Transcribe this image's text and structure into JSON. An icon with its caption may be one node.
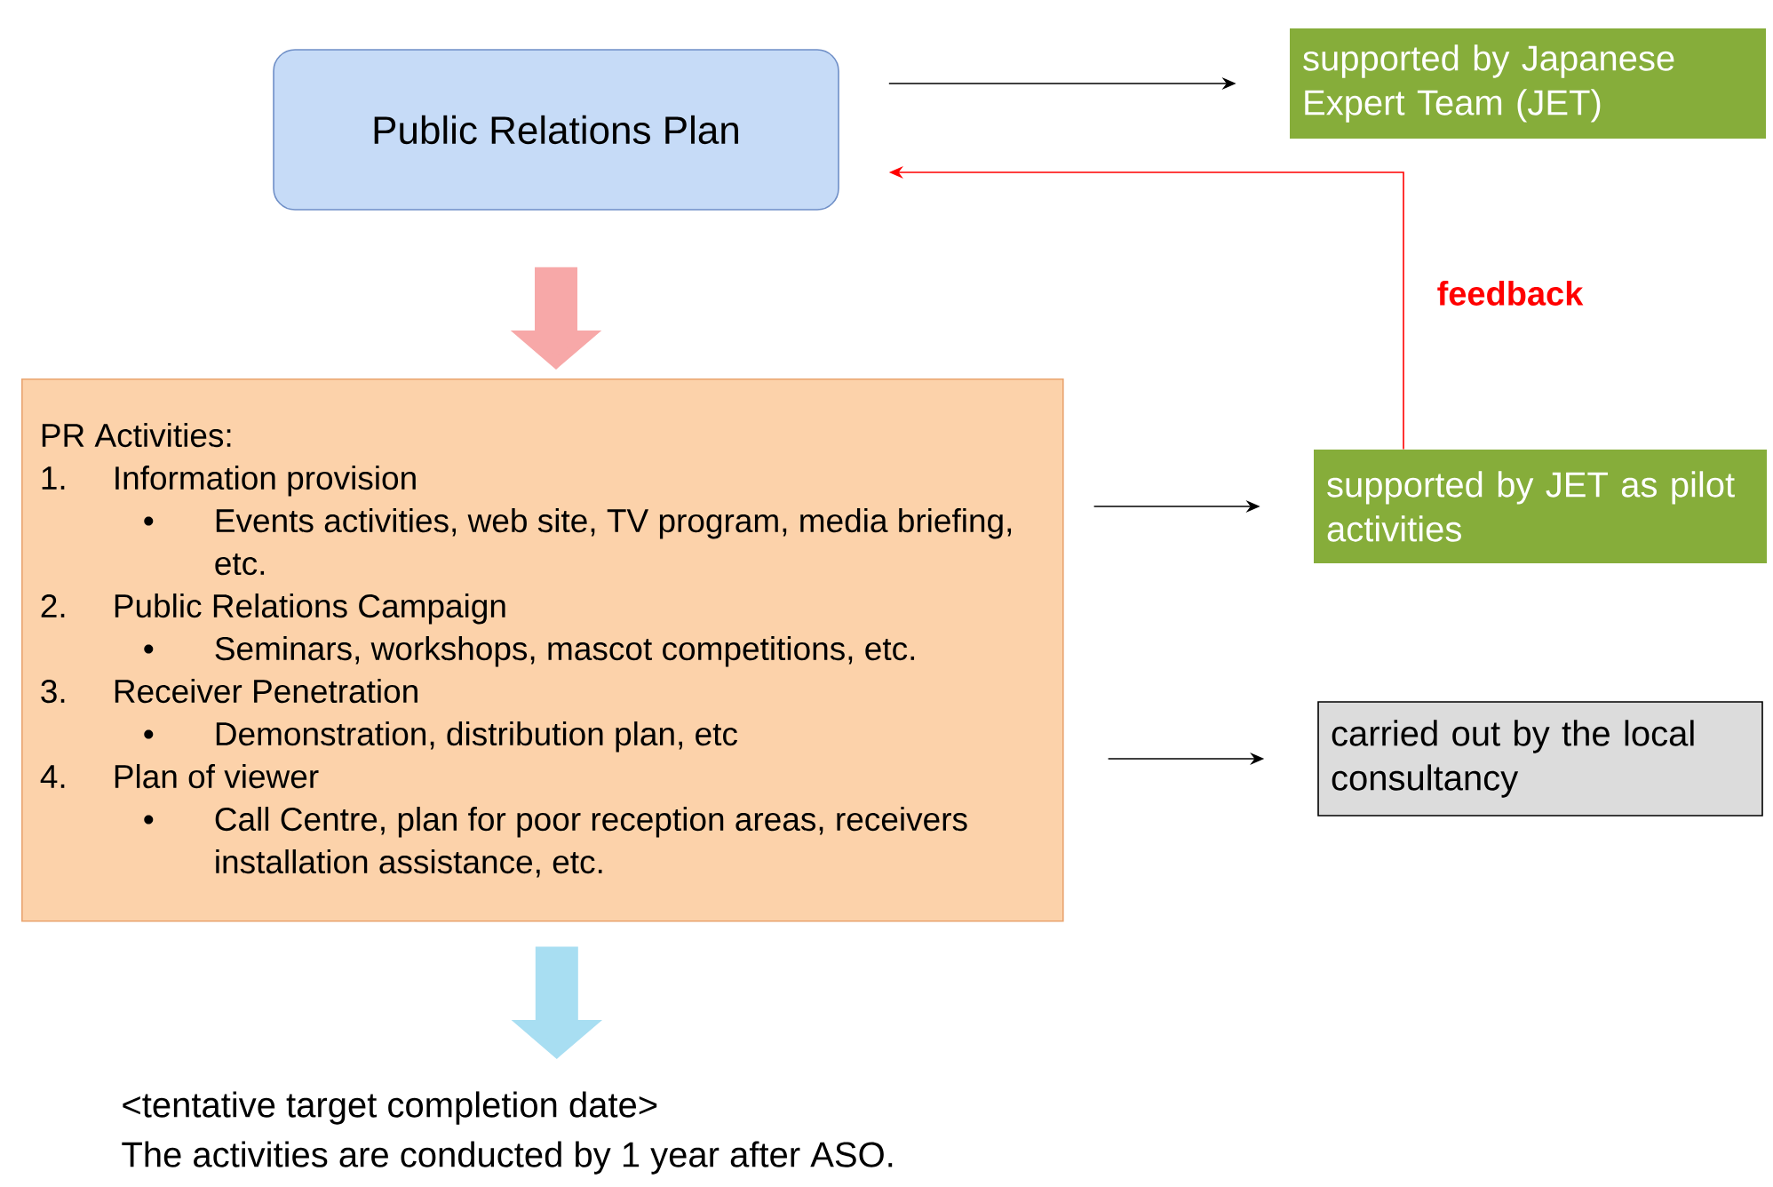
{
  "diagram": {
    "nodes": [
      {
        "text": [
          "Public Relations Plan"
        ]
      },
      {
        "text": [
          "supported by Japanese Expert Team (JET)"
        ]
      },
      {
        "text": [
          "PR Activities:",
          "1.",
          "Information provision",
          "•",
          "Events activities, web site, TV program, media briefing, etc.",
          "2.",
          "Public Relations Campaign",
          "•",
          "Seminars, workshops, mascot competitions, etc.",
          "3.",
          "Receiver Penetration",
          "•",
          "Demonstration, distribution plan, etc",
          "4.",
          "Plan of viewer",
          "•",
          "Call Centre, plan for poor reception areas, receivers installation assistance, etc."
        ]
      },
      {
        "text": [
          "supported by JET as pilot activities"
        ]
      },
      {
        "text": [
          "carried out by the local consultancy"
        ]
      },
      {
        "text": [
          "<tentative target completion date>",
          "The activities are conducted by 1 year after ASO."
        ]
      }
    ],
    "edges": [
      {
        "from": 0,
        "to": 1,
        "arrow": "to"
      },
      {
        "from": 3,
        "to": 0,
        "arrow": "to",
        "label": "feedback",
        "color": "#ff0000"
      },
      {
        "from": 0,
        "to": 2,
        "arrow": "to",
        "style": "thick",
        "color": "#f7a8a8"
      },
      {
        "from": 2,
        "to": 3,
        "arrow": "to"
      },
      {
        "from": 2,
        "to": 4,
        "arrow": "to"
      },
      {
        "from": 2,
        "to": 5,
        "arrow": "to",
        "style": "thick",
        "color": "#a8def2"
      }
    ]
  }
}
